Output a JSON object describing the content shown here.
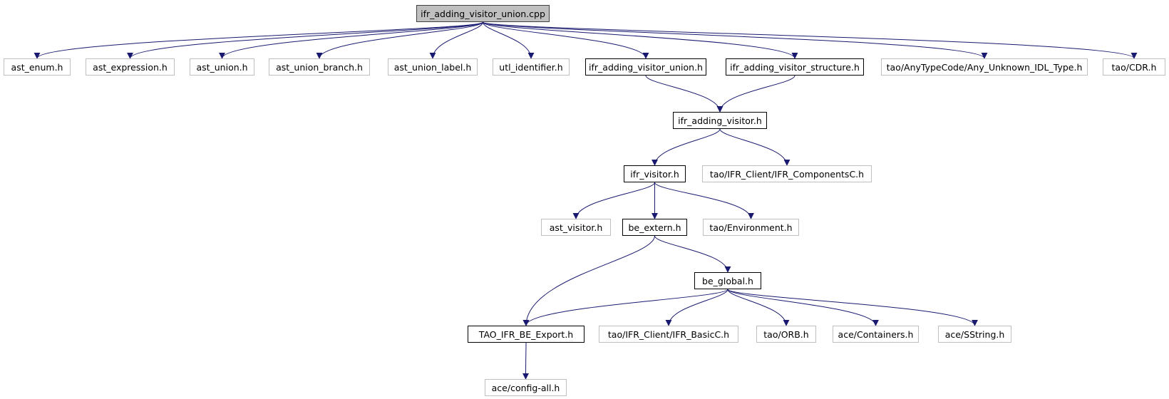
{
  "graph": {
    "root": "ifr_adding_visitor_union.cpp",
    "nodes": {
      "root": "ifr_adding_visitor_union.cpp",
      "ast_enum": "ast_enum.h",
      "ast_expression": "ast_expression.h",
      "ast_union": "ast_union.h",
      "ast_union_branch": "ast_union_branch.h",
      "ast_union_label": "ast_union_label.h",
      "utl_identifier": "utl_identifier.h",
      "ifr_adding_visitor_union_h": "ifr_adding_visitor_union.h",
      "ifr_adding_visitor_structure_h": "ifr_adding_visitor_structure.h",
      "any_unknown_idl_type": "tao/AnyTypeCode/Any_Unknown_IDL_Type.h",
      "tao_cdr": "tao/CDR.h",
      "ifr_adding_visitor_h": "ifr_adding_visitor.h",
      "ifr_visitor_h": "ifr_visitor.h",
      "ifr_components_c": "tao/IFR_Client/IFR_ComponentsC.h",
      "ast_visitor": "ast_visitor.h",
      "be_extern": "be_extern.h",
      "tao_environment": "tao/Environment.h",
      "be_global": "be_global.h",
      "tao_ifr_be_export": "TAO_IFR_BE_Export.h",
      "ifr_basic_c": "tao/IFR_Client/IFR_BasicC.h",
      "tao_orb": "tao/ORB.h",
      "ace_containers": "ace/Containers.h",
      "ace_sstring": "ace/SString.h",
      "ace_config_all": "ace/config-all.h"
    },
    "edges": [
      [
        "root",
        "ast_enum"
      ],
      [
        "root",
        "ast_expression"
      ],
      [
        "root",
        "ast_union"
      ],
      [
        "root",
        "ast_union_branch"
      ],
      [
        "root",
        "ast_union_label"
      ],
      [
        "root",
        "utl_identifier"
      ],
      [
        "root",
        "ifr_adding_visitor_union_h"
      ],
      [
        "root",
        "ifr_adding_visitor_structure_h"
      ],
      [
        "root",
        "any_unknown_idl_type"
      ],
      [
        "root",
        "tao_cdr"
      ],
      [
        "ifr_adding_visitor_union_h",
        "ifr_adding_visitor_h"
      ],
      [
        "ifr_adding_visitor_structure_h",
        "ifr_adding_visitor_h"
      ],
      [
        "ifr_adding_visitor_h",
        "ifr_visitor_h"
      ],
      [
        "ifr_adding_visitor_h",
        "ifr_components_c"
      ],
      [
        "ifr_visitor_h",
        "ast_visitor"
      ],
      [
        "ifr_visitor_h",
        "be_extern"
      ],
      [
        "ifr_visitor_h",
        "tao_environment"
      ],
      [
        "be_extern",
        "tao_ifr_be_export"
      ],
      [
        "be_extern",
        "be_global"
      ],
      [
        "be_global",
        "tao_ifr_be_export"
      ],
      [
        "be_global",
        "ifr_basic_c"
      ],
      [
        "be_global",
        "tao_orb"
      ],
      [
        "be_global",
        "ace_containers"
      ],
      [
        "be_global",
        "ace_sstring"
      ],
      [
        "tao_ifr_be_export",
        "ace_config_all"
      ]
    ],
    "colors": {
      "edge": "#191970",
      "documented_border": "#000000",
      "external_border": "#bfbfbf",
      "root_fill": "#bfbfbf"
    }
  }
}
